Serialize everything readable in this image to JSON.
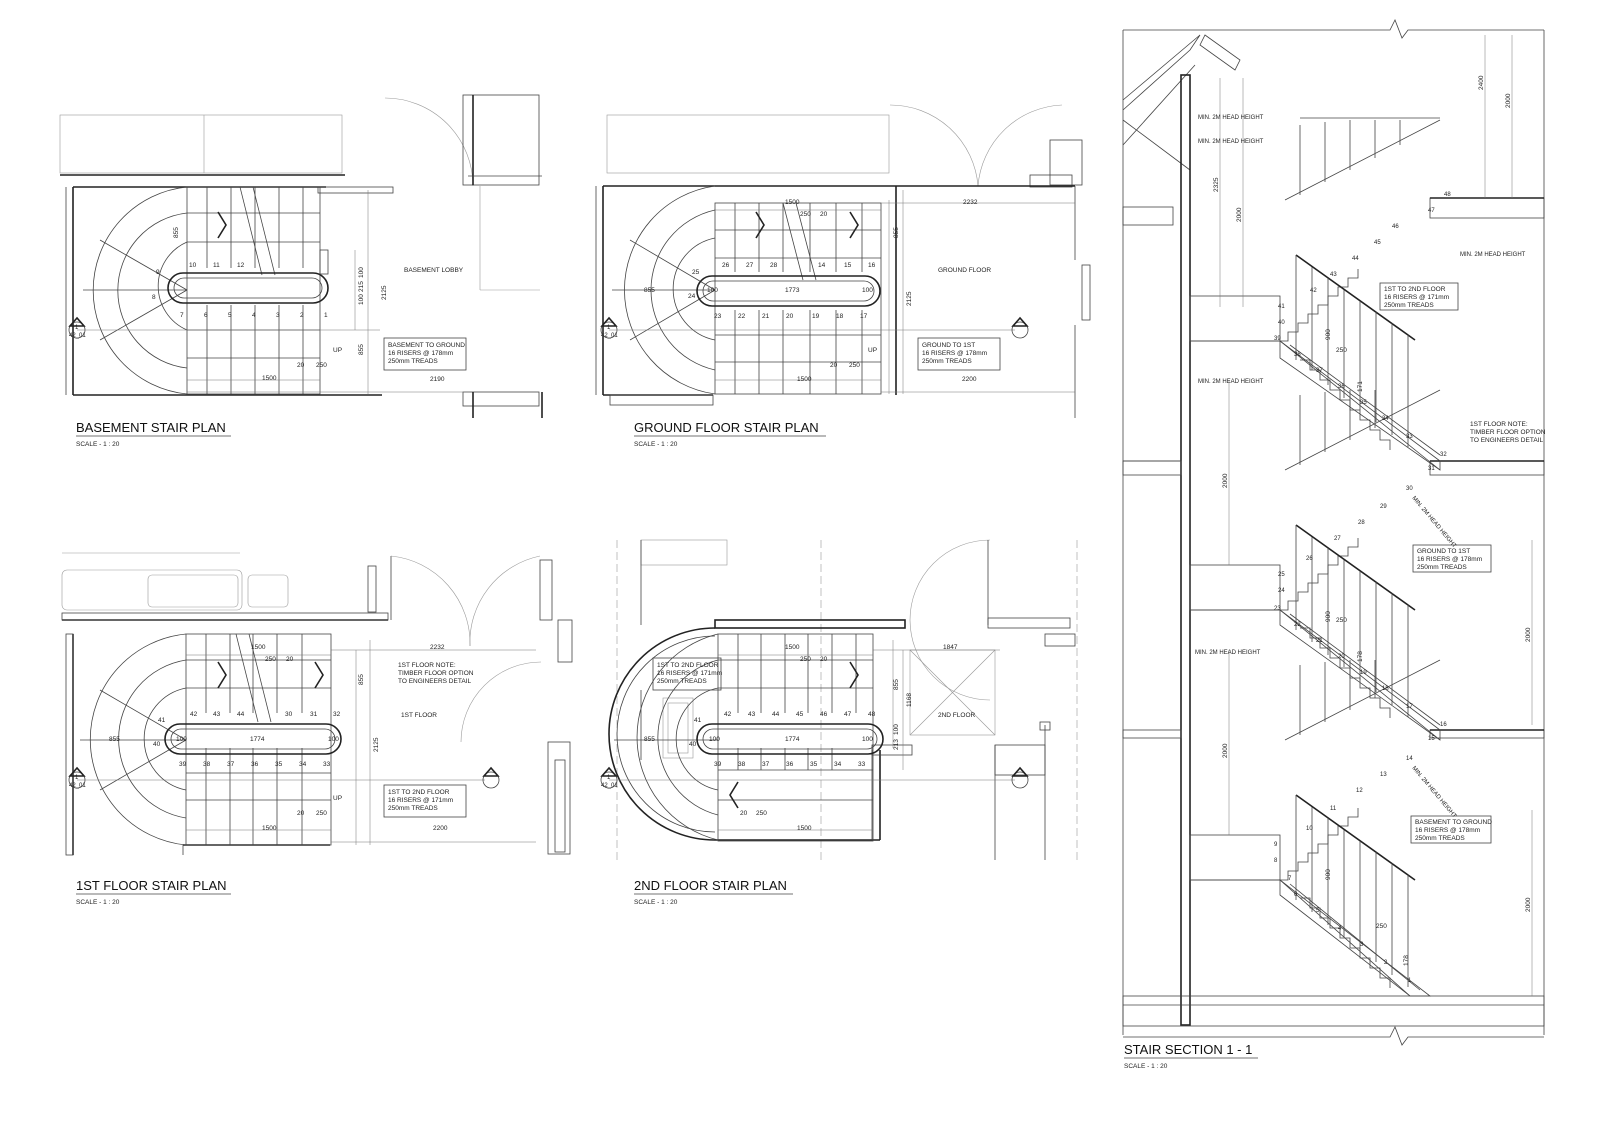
{
  "plans": [
    {
      "id": "basement",
      "title": "BASEMENT STAIR PLAN",
      "scale": "SCALE - 1 : 20",
      "room_label": "BASEMENT LOBBY",
      "note": [
        "BASEMENT TO GROUND",
        "16 RISERS @ 178mm",
        "250mm TREADS"
      ],
      "up_label": "UP",
      "section_tag": {
        "num": "1",
        "ref": "42_01"
      },
      "dims": [
        "855",
        "855",
        "2125",
        "100",
        "215",
        "100",
        "1500",
        "2190",
        "20",
        "250"
      ],
      "treads_top": [
        "10",
        "11",
        "12"
      ],
      "treads_bottom": [
        "7",
        "6",
        "5",
        "4",
        "3",
        "2",
        "1"
      ],
      "treads_curve": [
        "9",
        "8"
      ]
    },
    {
      "id": "ground",
      "title": "GROUND FLOOR STAIR PLAN",
      "scale": "SCALE - 1 : 20",
      "room_label": "GROUND FLOOR",
      "note": [
        "GROUND TO 1ST",
        "16 RISERS @ 178mm",
        "250mm TREADS"
      ],
      "up_label": "UP",
      "section_tag": {
        "num": "1",
        "ref": "42_01"
      },
      "dims": [
        "1500",
        "250",
        "20",
        "2232",
        "855",
        "1773",
        "100",
        "100",
        "855",
        "2125",
        "1500",
        "2200",
        "20",
        "250"
      ],
      "treads_top": [
        "26",
        "27",
        "28",
        "14",
        "15",
        "16"
      ],
      "treads_bottom": [
        "23",
        "22",
        "21",
        "20",
        "19",
        "18",
        "17"
      ],
      "treads_curve": [
        "25",
        "24"
      ]
    },
    {
      "id": "first",
      "title": "1ST FLOOR STAIR PLAN",
      "scale": "SCALE - 1 : 20",
      "room_label": "1ST FLOOR",
      "note": [
        "1ST TO 2ND FLOOR",
        "16 RISERS @ 171mm",
        "250mm TREADS"
      ],
      "floor_note": [
        "1ST FLOOR NOTE:",
        "TIMBER FLOOR OPTION",
        "TO ENGINEERS DETAIL"
      ],
      "up_label": "UP",
      "section_tag": {
        "num": "1",
        "ref": "42_01"
      },
      "dims": [
        "1500",
        "250",
        "20",
        "2232",
        "855",
        "1774",
        "100",
        "100",
        "855",
        "2125",
        "1500",
        "2200",
        "20",
        "250"
      ],
      "treads_top": [
        "42",
        "43",
        "44",
        "30",
        "31",
        "32"
      ],
      "treads_bottom": [
        "39",
        "38",
        "37",
        "36",
        "35",
        "34",
        "33"
      ],
      "treads_curve": [
        "41",
        "40"
      ]
    },
    {
      "id": "second",
      "title": "2ND FLOOR STAIR PLAN",
      "scale": "SCALE - 1 : 20",
      "room_label": "2ND FLOOR",
      "note": [
        "1ST TO 2ND FLOOR",
        "16 RISERS @ 171mm",
        "250mm TREADS"
      ],
      "section_tag": {
        "num": "1",
        "ref": "42_01"
      },
      "dims": [
        "1500",
        "250",
        "20",
        "1847",
        "855",
        "1774",
        "100",
        "100",
        "1168",
        "213",
        "100",
        "855",
        "1500",
        "20",
        "250"
      ],
      "treads_top": [
        "42",
        "43",
        "44",
        "45",
        "46",
        "47",
        "48"
      ],
      "treads_bottom": [
        "39",
        "38",
        "37",
        "36",
        "35",
        "34",
        "33"
      ],
      "treads_curve": [
        "41",
        "40"
      ]
    }
  ],
  "section": {
    "title": "STAIR SECTION 1 - 1",
    "scale": "SCALE - 1 : 20",
    "head_labels": [
      "MIN. 2M HEAD HEIGHT",
      "MIN. 2M HEAD HEIGHT",
      "MIN. 2M HEAD HEIGHT",
      "MIN. 2M HEAD HEIGHT",
      "MIN. 2M HEAD HEIGHT",
      "MIN. 2M HEAD HEIGHT",
      "MIN. 2M HEAD HEIGHT"
    ],
    "notes": [
      [
        "1ST TO 2ND FLOOR",
        "16 RISERS @ 171mm",
        "250mm TREADS"
      ],
      [
        "1ST FLOOR NOTE:",
        "TIMBER FLOOR OPTION",
        "TO ENGINEERS DETAIL"
      ],
      [
        "GROUND TO 1ST",
        "16 RISERS @ 178mm",
        "250mm TREADS"
      ],
      [
        "BASEMENT TO GROUND",
        "16 RISERS @ 178mm",
        "250mm TREADS"
      ]
    ],
    "dims": [
      "2400",
      "2000",
      "2325",
      "2000",
      "2000",
      "2000",
      "2000",
      "2000",
      "2000",
      "900",
      "900",
      "900",
      "250",
      "250",
      "250",
      "171",
      "178",
      "178"
    ],
    "step_numbers": [
      "48",
      "47",
      "46",
      "45",
      "44",
      "43",
      "42",
      "41",
      "40",
      "39",
      "38",
      "37",
      "36",
      "35",
      "34",
      "33",
      "32",
      "31",
      "30",
      "29",
      "28",
      "27",
      "26",
      "25",
      "24",
      "23",
      "22",
      "21",
      "20",
      "19",
      "18",
      "17",
      "16",
      "15",
      "14",
      "13",
      "12",
      "11",
      "10",
      "9",
      "8",
      "7",
      "6",
      "5",
      "4",
      "3",
      "2",
      "1"
    ]
  }
}
